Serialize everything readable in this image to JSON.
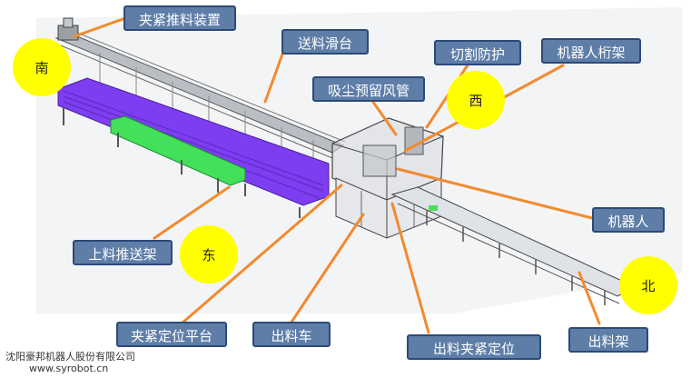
{
  "colors": {
    "callout_fill": "#5e7ea8",
    "callout_border": "#2c4a78",
    "leader_line": "#f28a2e",
    "compass_fill": "#ffff00",
    "platform_purple": "#7d3df0",
    "feeder_green": "#43e05a"
  },
  "labels": {
    "clamp_pusher": "夹紧推料装置",
    "feed_slide": "送料滑台",
    "cutting_guard": "切割防护",
    "robot_gantry": "机器人桁架",
    "dust_pipe": "吸尘预留风管",
    "robot": "机器人",
    "loading_pusher": "上料推送架",
    "clamp_platform": "夹紧定位平台",
    "output_cart": "出料车",
    "output_clamp": "出料夹紧定位",
    "output_rack": "出料架"
  },
  "compass": {
    "south": "南",
    "west": "西",
    "east": "东",
    "north": "北"
  },
  "footer": {
    "company": "沈阳豪邦机器人股份有限公司",
    "website": "www.syrobot.cn"
  }
}
